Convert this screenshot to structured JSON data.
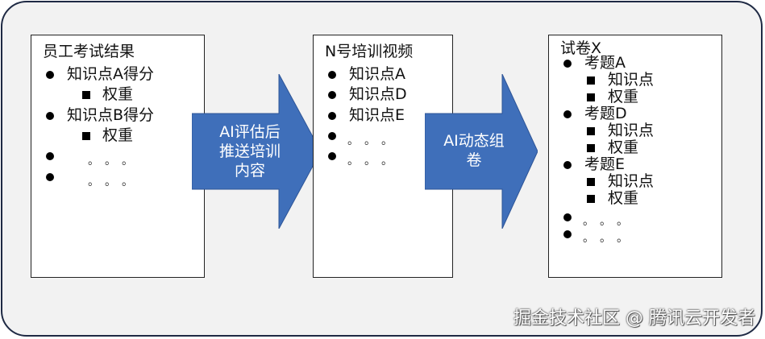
{
  "card1": {
    "title": "员工考试结果",
    "items": [
      "知识点A得分",
      "权重",
      "知识点B得分",
      "权重"
    ],
    "ellipsis": "。。。"
  },
  "arrow1": {
    "label_line1": "AI评估后",
    "label_line2": "推送培训",
    "label_line3": "内容"
  },
  "card2": {
    "title": "N号培训视频",
    "items": [
      "知识点A",
      "知识点D",
      "知识点E"
    ],
    "ellipsis": "。。。"
  },
  "arrow2": {
    "label_line1": "AI动态组",
    "label_line2": "卷"
  },
  "card3": {
    "title": "试卷X",
    "items": [
      "考题A",
      "知识点",
      "权重",
      "考题D",
      "知识点",
      "权重",
      "考题E",
      "知识点",
      "权重"
    ],
    "ellipsis": "。。。"
  },
  "watermark": "掘金技术社区 @ 腾讯云开发者",
  "colors": {
    "arrow": "#3f6fba",
    "frame_bg": "#f2f2f2",
    "frame_border": "#1f2a44"
  }
}
